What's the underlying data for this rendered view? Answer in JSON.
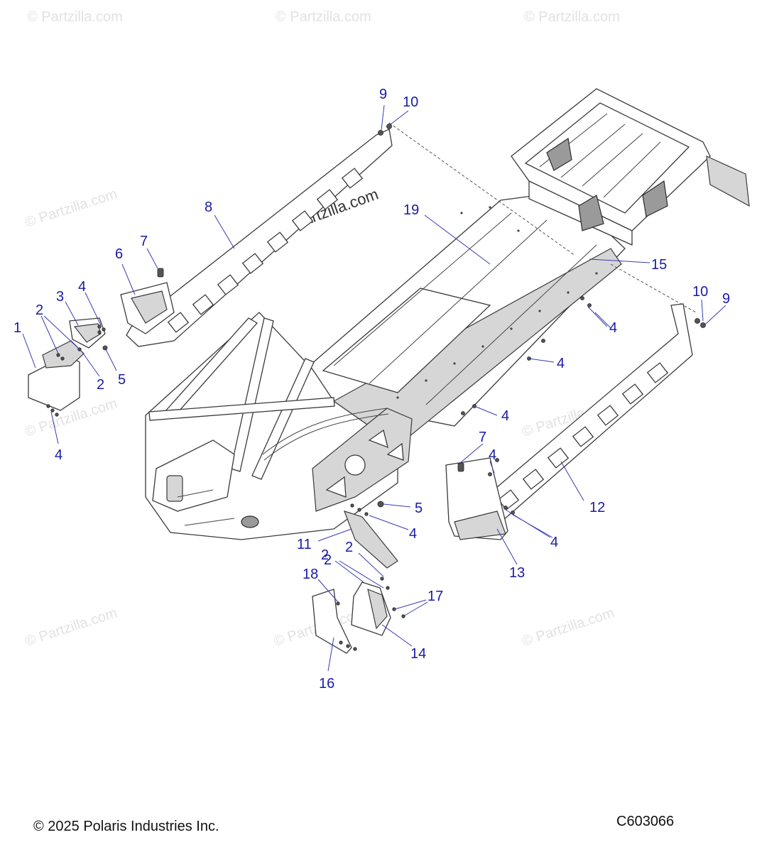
{
  "watermark": {
    "text": "© Partzilla.com",
    "center_text": "© Partzilla.com"
  },
  "callouts": [
    "1",
    "2",
    "2",
    "3",
    "4",
    "5",
    "2",
    "4",
    "6",
    "7",
    "8",
    "9",
    "10",
    "19",
    "15",
    "10",
    "9",
    "4",
    "4",
    "4",
    "7",
    "4",
    "12",
    "4",
    "13",
    "5",
    "4",
    "11",
    "2",
    "2",
    "18",
    "17",
    "14",
    "16"
  ],
  "footer": {
    "copyright": "© 2025 Polaris Industries Inc.",
    "diagram_code": "C603066"
  },
  "colors": {
    "callout": "#1a1aa8",
    "watermark": "#e2e2e2",
    "part_line": "#3a3a3a"
  }
}
